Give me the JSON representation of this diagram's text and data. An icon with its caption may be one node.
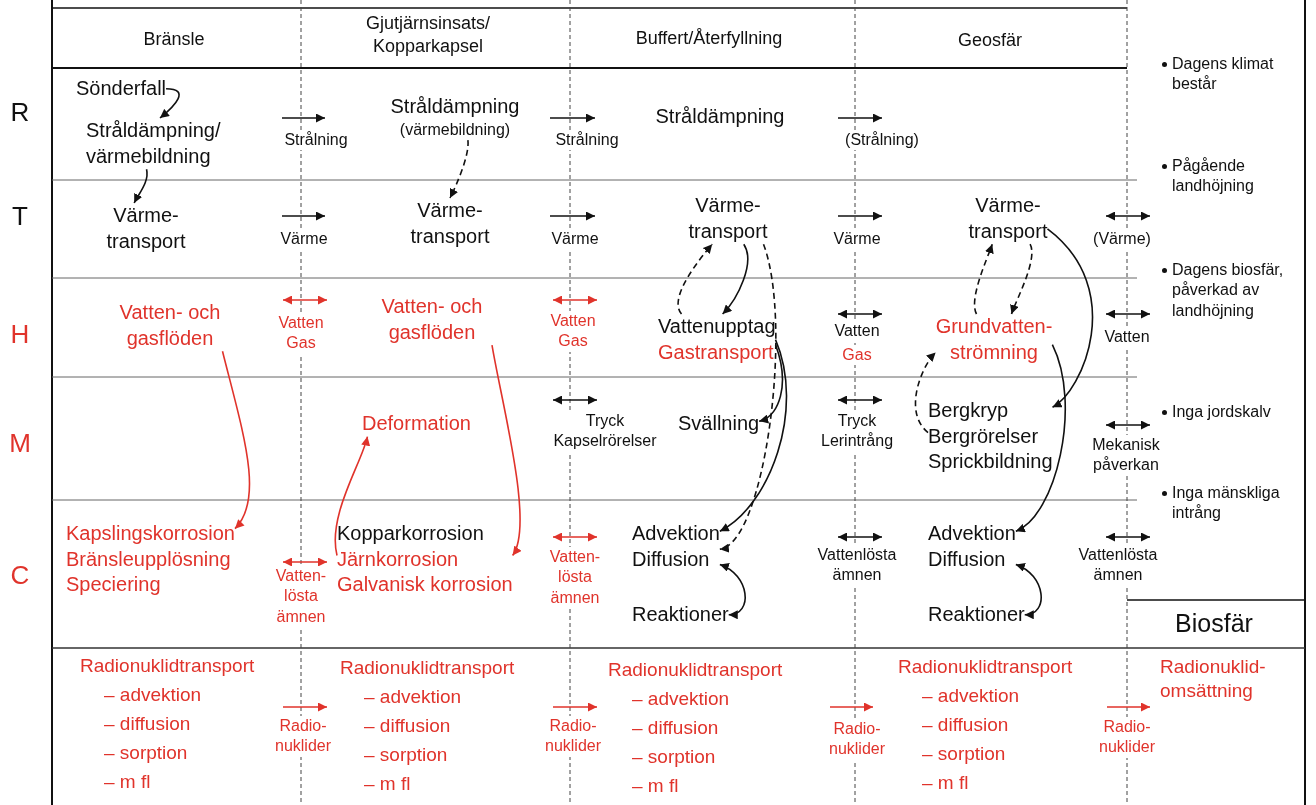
{
  "diagram": {
    "nodes": [
      {
        "text": [
          "Sönderfall"
        ]
      },
      {
        "text": [
          "Stråldämpning/ värmebildning"
        ]
      },
      {
        "text": [
          "Stråldämpning",
          "(värmebildning)"
        ]
      },
      {
        "text": [
          "Värme- transport"
        ]
      },
      {
        "text": [
          "Värme- transport"
        ]
      },
      {
        "text": [
          "Värme- transport"
        ]
      },
      {
        "text": [
          "Värme- transport"
        ]
      },
      {
        "text": [
          "Vatten- och gasflöden"
        ]
      },
      {
        "text": [
          "Vatten- och gasflöden"
        ]
      },
      {
        "text": [
          "Vattenupptag",
          "Gastransport"
        ]
      },
      {
        "text": [
          "Grundvatten- strömning"
        ]
      },
      {
        "text": [
          "Deformation"
        ]
      },
      {
        "text": [
          "Svällning"
        ]
      },
      {
        "text": [
          "Bergkryp",
          "Bergrörelser",
          "Sprickbildning"
        ]
      },
      {
        "text": [
          "Kapslingskorrosion",
          "Bränsleupplösning",
          "Speciering"
        ]
      },
      {
        "text": [
          "Kopparkorrosion",
          "Järnkorrosion",
          "Galvanisk korrosion"
        ]
      },
      {
        "text": [
          "Advektion",
          "Diffusion"
        ]
      },
      {
        "text": [
          "Advektion",
          "Diffusion"
        ]
      },
      {
        "text": [
          "Reaktioner"
        ]
      },
      {
        "text": [
          "Reaktioner"
        ]
      }
    ],
    "edges": [
      {
        "from": 0,
        "to": 1,
        "arrow": "to"
      },
      {
        "from": 1,
        "to": 3,
        "arrow": "to"
      },
      {
        "from": 2,
        "to": 4,
        "arrow": "to",
        "style": "dashed"
      },
      {
        "from": 7,
        "to": 14,
        "arrow": "to",
        "color": "#e0332b"
      },
      {
        "from": 8,
        "to": 15,
        "arrow": "to",
        "color": "#e0332b"
      },
      {
        "from": 15,
        "to": 11,
        "arrow": "to",
        "color": "#e0332b"
      },
      {
        "from": 5,
        "to": 9,
        "arrow": "to"
      },
      {
        "from": 9,
        "to": 5,
        "arrow": "to",
        "style": "dashed"
      },
      {
        "from": 5,
        "to": 16,
        "arrow": "to",
        "style": "dashed"
      },
      {
        "from": 9,
        "to": 12,
        "arrow": "to"
      },
      {
        "from": 9,
        "to": 16,
        "arrow": "to"
      },
      {
        "from": 16,
        "to": 18,
        "arrow": "both"
      },
      {
        "from": 6,
        "to": 10,
        "arrow": "to",
        "style": "dashed"
      },
      {
        "from": 10,
        "to": 6,
        "arrow": "to",
        "style": "dashed"
      },
      {
        "from": 6,
        "to": 13,
        "arrow": "to"
      },
      {
        "from": 10,
        "to": 17,
        "arrow": "to"
      },
      {
        "from": 13,
        "to": 10,
        "arrow": "to",
        "style": "dashed"
      },
      {
        "from": 17,
        "to": 19,
        "arrow": "both"
      }
    ],
    "labels": [
      "Bränsle",
      "Gjutjärnsinsats/ Kopparkapsel",
      "Buffert/Återfyllning",
      "Geosfär",
      "Dagens klimat består",
      "R",
      "Strålning",
      "Strålning",
      "Stråldämpning",
      "(Strålning)",
      "Pågående landhöjning",
      "T",
      "Värme",
      "Värme",
      "Värme",
      "(Värme)",
      "Dagens biosfär, påverkad av landhöjning",
      "H",
      "Vatten Gas",
      "Vatten Gas",
      "Vatten",
      "Gas",
      "Vatten",
      "M",
      "Tryck Kapselrörelser",
      "Tryck Lerintrång",
      "Inga jordskalv",
      "Mekanisk påverkan",
      "Inga mänskliga intrång",
      "C",
      "Vatten- lösta ämnen",
      "Vatten- lösta ämnen",
      "Vattenlösta ämnen",
      "Vattenlösta ämnen",
      "Biosfär",
      "Radionuklidtransport",
      "– advektion",
      "– diffusion",
      "– sorption",
      "– m fl",
      "Radio- nuklider",
      "Radionuklidtransport",
      "– advektion",
      "– diffusion",
      "– sorption",
      "– m fl",
      "Radio- nuklider",
      "Radionuklidtransport",
      "– advektion",
      "– diffusion",
      "– sorption",
      "– m fl",
      "Radio- nuklider",
      "Radionuklidtransport",
      "– advektion",
      "– diffusion",
      "– sorption",
      "– m fl",
      "Radio- nuklider",
      "Radionuklid- omsättning"
    ]
  }
}
